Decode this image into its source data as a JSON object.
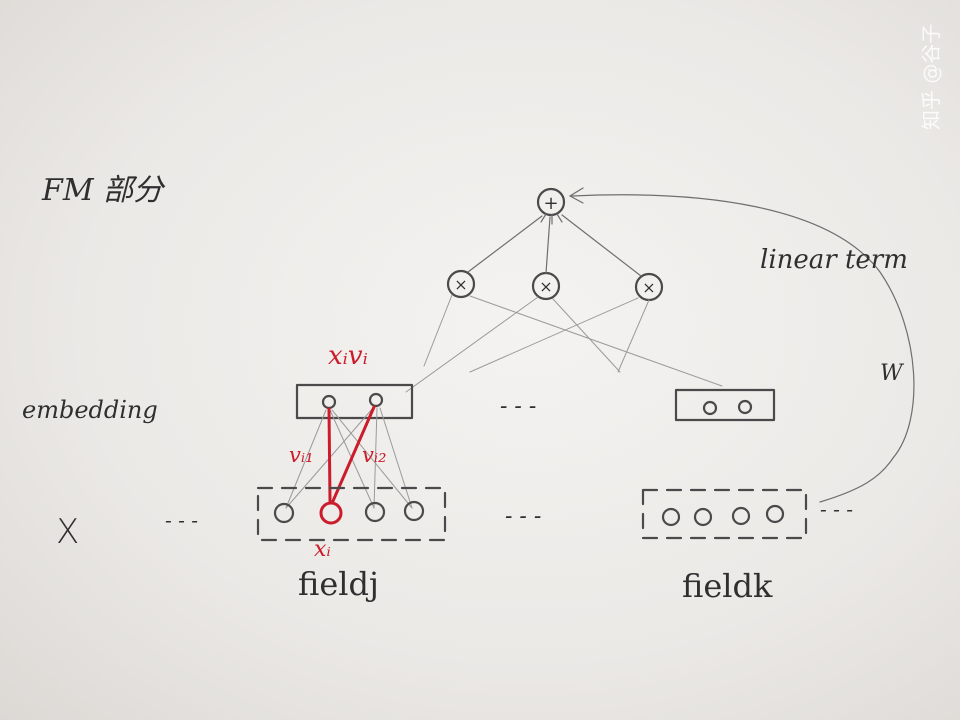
{
  "labels": {
    "section_title": "FM 部分",
    "embedding": "embedding",
    "input": "X",
    "linear_term": "linear term",
    "w": "W",
    "xi_vi": "xᵢvᵢ",
    "v_i1": "vᵢ₁",
    "v_i2": "vᵢ₂",
    "x_i": "xᵢ",
    "field_j": "fieldj",
    "field_k": "fieldk",
    "dots": "- - -",
    "plus": "+",
    "times": "×"
  },
  "watermark": "知乎 @谷子",
  "colors": {
    "pencil": "#4a4a4a",
    "highlight": "#cc1c2c",
    "paper": "#eceae7"
  }
}
